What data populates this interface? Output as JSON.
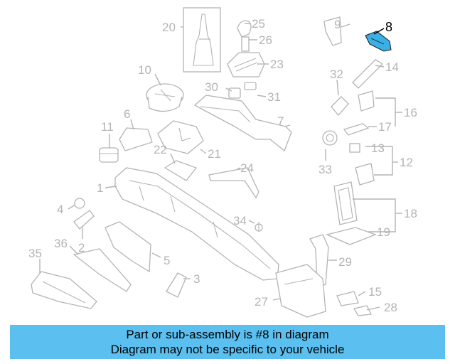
{
  "diagram": {
    "labels": [
      "1",
      "2",
      "3",
      "4",
      "5",
      "6",
      "7",
      "8",
      "9",
      "10",
      "11",
      "12",
      "13",
      "14",
      "15",
      "16",
      "17",
      "18",
      "19",
      "20",
      "21",
      "22",
      "23",
      "24",
      "25",
      "26",
      "27",
      "28",
      "29",
      "30",
      "31",
      "32",
      "33",
      "34",
      "35",
      "36"
    ],
    "highlighted_part": "8",
    "highlight_color": "#3ab0e6",
    "line_color": "#b4b4b4"
  },
  "banner": {
    "line1": "Part or sub-assembly is #8 in diagram",
    "line2": "Diagram may not be specific to your vehicle",
    "background": "#5bbff0"
  }
}
